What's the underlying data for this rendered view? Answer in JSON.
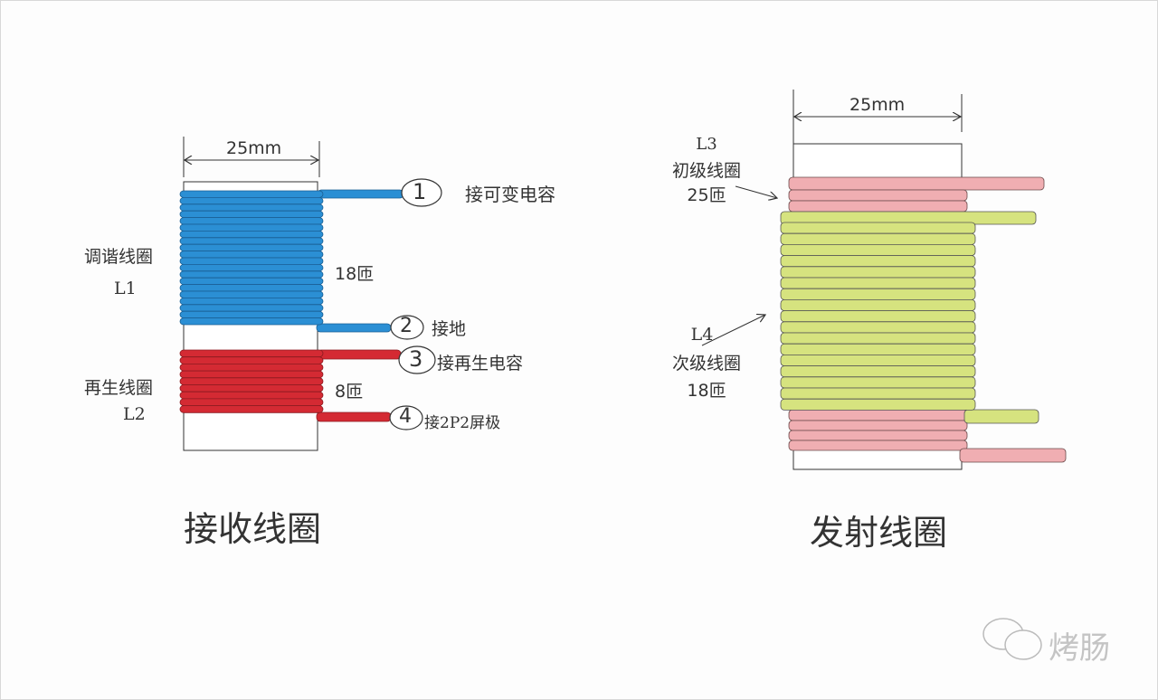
{
  "receive_coil": {
    "title": "接收线圈",
    "dimension": "25mm",
    "l1": {
      "name": "调谐线圈",
      "id": "L1",
      "turns": 18,
      "turns_label": "18匝",
      "color": "#2b8fd4"
    },
    "l2": {
      "name": "再生线圈",
      "id": "L2",
      "turns": 8,
      "turns_label": "8匝",
      "color": "#d42a33"
    },
    "terminals": [
      {
        "num": "1",
        "label": "接可变电容"
      },
      {
        "num": "2",
        "label": "接地"
      },
      {
        "num": "3",
        "label": "接再生电容"
      },
      {
        "num": "4",
        "label": "接2P2屏极"
      }
    ]
  },
  "transmit_coil": {
    "title": "发射线圈",
    "dimension": "25mm",
    "l3": {
      "id": "L3",
      "name": "初级线圈",
      "turns": 25,
      "turns_label": "25匝",
      "color": "#f0aeb2"
    },
    "l4": {
      "id": "L4",
      "name": "次级线圈",
      "turns": 18,
      "turns_label": "18匝",
      "color": "#d6e37f"
    }
  },
  "watermark": {
    "text": "烤肠",
    "icon": "wechat-icon"
  }
}
